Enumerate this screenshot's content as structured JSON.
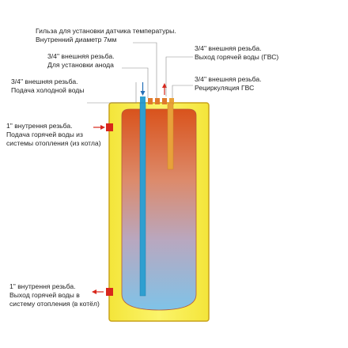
{
  "labels": {
    "sensor_sleeve": {
      "line1": "Гильза для установки датчика температуры.",
      "line2": "Внутренний диаметр 7мм"
    },
    "anode": {
      "line1": "3/4\" внешняя резьба.",
      "line2": "Для установки анода"
    },
    "cold_water": {
      "line1": "3/4\" внешняя резьба.",
      "line2": "Подача холодной воды"
    },
    "hot_water_out": {
      "line1": "3/4\" внешняя резьба.",
      "line2": "Выход горячей воды (ГВС)"
    },
    "recirculation": {
      "line1": "3/4\" внешняя резьба.",
      "line2": "Рециркуляция ГВС"
    },
    "heating_in": {
      "line1": "1\" внутрення резьба.",
      "line2": "Подача горячей воды из",
      "line3": "системы отопления (из котла)"
    },
    "heating_out": {
      "line1": "1\" внутрення резьба.",
      "line2": "Выход горячей воды в",
      "line3": "систему отопления (в котёл)"
    }
  },
  "colors": {
    "jacket_fill": "#f7ee3e",
    "jacket_stroke": "#c9a21a",
    "tank_top": "#d9531c",
    "tank_bottom": "#7fc3e8",
    "cold_pipe": "#2f9fd0",
    "hot_pipe": "#e8a13a",
    "arrow_red": "#d8271c",
    "arrow_blue": "#2470b8",
    "leader_line": "#8a8a8a"
  }
}
